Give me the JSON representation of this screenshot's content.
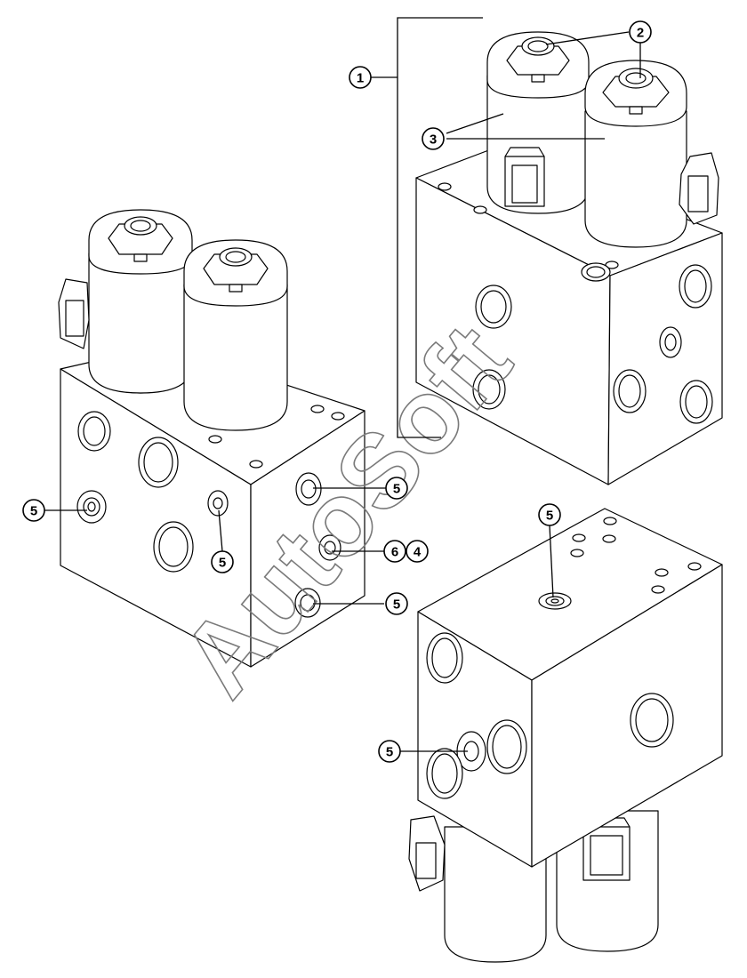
{
  "callouts": [
    {
      "id": "c1",
      "label": "1"
    },
    {
      "id": "c2",
      "label": "2"
    },
    {
      "id": "c3",
      "label": "3"
    },
    {
      "id": "c5a",
      "label": "5"
    },
    {
      "id": "c5b",
      "label": "5"
    },
    {
      "id": "c5c",
      "label": "5"
    },
    {
      "id": "c5d",
      "label": "5"
    },
    {
      "id": "c6",
      "label": "6"
    },
    {
      "id": "c4",
      "label": "4"
    },
    {
      "id": "c5e",
      "label": "5"
    },
    {
      "id": "c5f",
      "label": "5"
    }
  ],
  "watermark": {
    "text": "AutoSoft"
  },
  "colors": {
    "line": "#000000",
    "background": "#ffffff",
    "watermark": "#7a7a7a"
  }
}
